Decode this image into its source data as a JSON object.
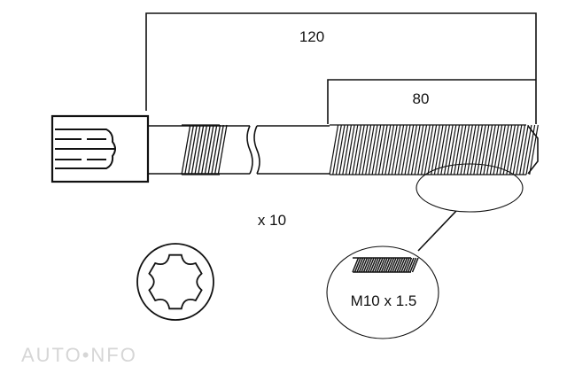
{
  "dimensions": {
    "overall_length": "120",
    "thread_length": "80"
  },
  "quantity": "x 10",
  "thread_spec": "M10 x 1.5",
  "drive_type_icon": "torx-star-icon",
  "watermark": "AUTOINFO",
  "colors": {
    "line": "#111111",
    "watermark": "#d6d6d6"
  }
}
